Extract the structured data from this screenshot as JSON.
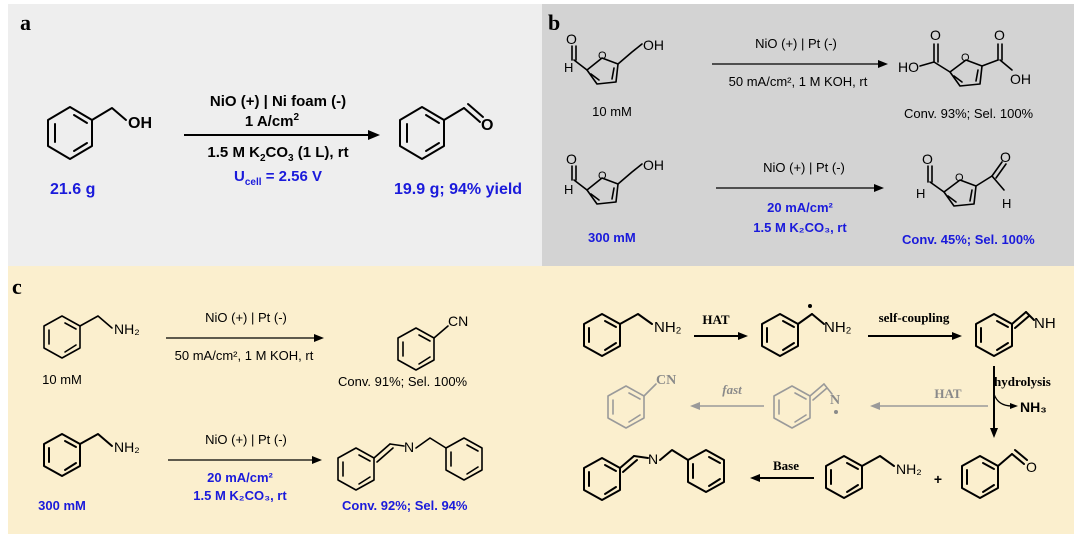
{
  "panels": {
    "a": {
      "letter": "a",
      "substrate_group": "OH",
      "product_group": "O",
      "substrate_amount": "21.6 g",
      "conditions": [
        "NiO (+) | Ni foam (-)",
        "1 A/cm",
        "1.5 M K",
        "CO",
        " (1 L), rt"
      ],
      "cell_voltage": {
        "symbol": "U",
        "subscript": "cell",
        "value": " = 2.56 V"
      },
      "yield": "19.9 g; 94% yield"
    },
    "b": {
      "letter": "b",
      "row1": {
        "substrate_groups": [
          "O",
          "OH"
        ],
        "product_groups": [
          "O",
          "HO",
          "O",
          "OH",
          "O"
        ],
        "conditions_top": "NiO (+) | Pt (-)",
        "conditions_bottom": "50 mA/cm², 1 M KOH, rt",
        "concentration": "10 mM",
        "result": "Conv. 93%; Sel. 100%"
      },
      "row2": {
        "substrate_groups": [
          "O",
          "OH"
        ],
        "product_groups": [
          "O",
          "O",
          "H"
        ],
        "conditions_top": "NiO (+) | Pt (-)",
        "conditions_mid": "20 mA/cm²",
        "conditions_bottom": "1.5 M K₂CO₃, rt",
        "concentration": "300 mM",
        "result": "Conv. 45%; Sel. 100%"
      }
    },
    "c": {
      "letter": "c",
      "row1": {
        "substrate_group": "NH₂",
        "product_group": "CN",
        "conditions_top": "NiO (+) | Pt (-)",
        "conditions_bottom": "50 mA/cm², 1 M KOH, rt",
        "concentration": "10 mM",
        "result": "Conv. 91%; Sel. 100%"
      },
      "row2": {
        "substrate_group": "NH₂",
        "product_group": "N",
        "conditions_top": "NiO (+) | Pt (-)",
        "conditions_mid": "20 mA/cm²",
        "conditions_bottom": "1.5 M K₂CO₃, rt",
        "concentration": "300 mM",
        "result": "Conv. 92%; Sel. 94%"
      },
      "mechanism": {
        "amine": "NH₂",
        "hat": "HAT",
        "radical": "NH₂",
        "self_coupling": "self-coupling",
        "imine": "NH",
        "hydrolysis": "hydrolysis",
        "nh3": "NH₃",
        "hat_grey": "HAT",
        "imine_radical": "N",
        "fast": "fast",
        "nitrile": "CN",
        "aldehyde": "O",
        "plus": "+",
        "amine2": "NH₂",
        "base": "Base",
        "dimer": "N"
      }
    }
  }
}
